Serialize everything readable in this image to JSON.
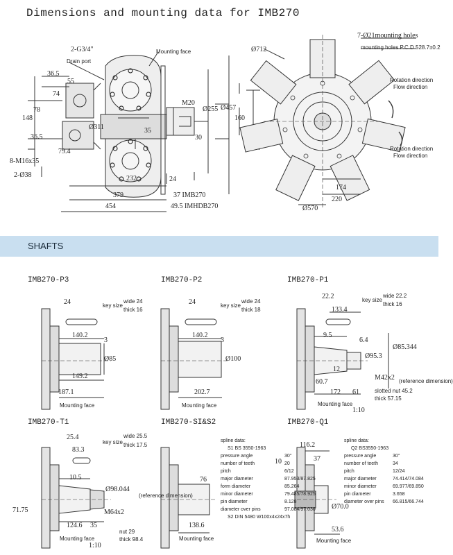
{
  "page": {
    "title": "Dimensions and mounting data for IMB270",
    "section_shafts": "SHAFTS"
  },
  "top_left": {
    "labels": [
      "2-G3/4\"",
      "Drain port",
      "Mounting face",
      "36.5",
      "55",
      "74",
      "78",
      "148",
      "36.5",
      "79.4",
      "8-M16x35",
      "2-Ø38",
      "Ø311",
      "35",
      "232",
      "M20",
      "Ø255",
      "Ø457",
      "30",
      "24",
      "379",
      "37 IMB270",
      "454",
      "49.5 IMHDB270",
      "160"
    ]
  },
  "top_right": {
    "labels": [
      "7-Ø21mounting holes",
      "mounting holes P.C.D 528.7±0.2",
      "Ø712",
      "Rotation direction",
      "Flow direction",
      "Rotation direction",
      "Flow direction",
      "174",
      "220",
      "Ø570"
    ]
  },
  "shafts": [
    {
      "name": "IMB270-P3",
      "labels": [
        "24",
        "key size",
        "wide 24",
        "thick 16",
        "140.2",
        "3",
        "Ø85",
        "149.2",
        "187.1",
        "Mounting face"
      ]
    },
    {
      "name": "IMB270-P2",
      "labels": [
        "24",
        "key size",
        "wide 24",
        "thick 18",
        "140.2",
        "3",
        "Ø100",
        "202.7",
        "Mounting face"
      ]
    },
    {
      "name": "IMB270-P1",
      "labels": [
        "22.2",
        "key size",
        "wide 22.2",
        "thick 16",
        "133.4",
        "9.5",
        "6.4",
        "Ø95.3",
        "Ø85.344",
        "(reference dimension)",
        "12",
        "M42x2",
        "slotted nut 45.2",
        "thick 57.15",
        "60.7",
        "172",
        "61",
        "Mounting face",
        "1:10"
      ]
    },
    {
      "name": "IMB270-T1",
      "labels": [
        "25.4",
        "key size",
        "wide 25.5",
        "thick 17.5",
        "83.3",
        "10.5",
        "Ø98.044",
        "(reference dimension)",
        "71.75",
        "124.6",
        "35",
        "M64x2",
        "nut 29",
        "thick 98.4",
        "Mounting face",
        "1:10"
      ]
    },
    {
      "name": "IMB270-SI&S2",
      "labels": [
        "76",
        "138.6",
        "Mounting face"
      ]
    },
    {
      "name": "IMB270-Q1",
      "labels": [
        "116.2",
        "37",
        "10",
        "Ø70.0",
        "53.6",
        "Mounting face"
      ]
    }
  ],
  "spline_s": {
    "heading": "spline data:",
    "std": "S1 BS 3550-1963",
    "rows": [
      [
        "pressure angle",
        "30°"
      ],
      [
        "number of teeth",
        "20"
      ],
      [
        "pitch",
        "6/12"
      ],
      [
        "major diameter",
        "87.953/87.825"
      ],
      [
        "form diameter",
        "85.264"
      ],
      [
        "minor diameter",
        "79.485/78.925"
      ],
      [
        "pin diameter",
        "8.128"
      ],
      [
        "diameter over pins",
        "97.084/97.030"
      ]
    ],
    "foot": "S2 DIN 5480 W100x4x24x7h"
  },
  "spline_q": {
    "heading": "spline data:",
    "std": "Q2 BS3550-1963",
    "rows": [
      [
        "pressure angle",
        "30°"
      ],
      [
        "number of teeth",
        "34"
      ],
      [
        "pitch",
        "12/24"
      ],
      [
        "major diameter",
        "74.414/74.084"
      ],
      [
        "minor diameter",
        "69.977/69.850"
      ],
      [
        "pin diameter",
        "3.658"
      ],
      [
        "diameter over pins",
        "66.815/66.744"
      ]
    ]
  }
}
